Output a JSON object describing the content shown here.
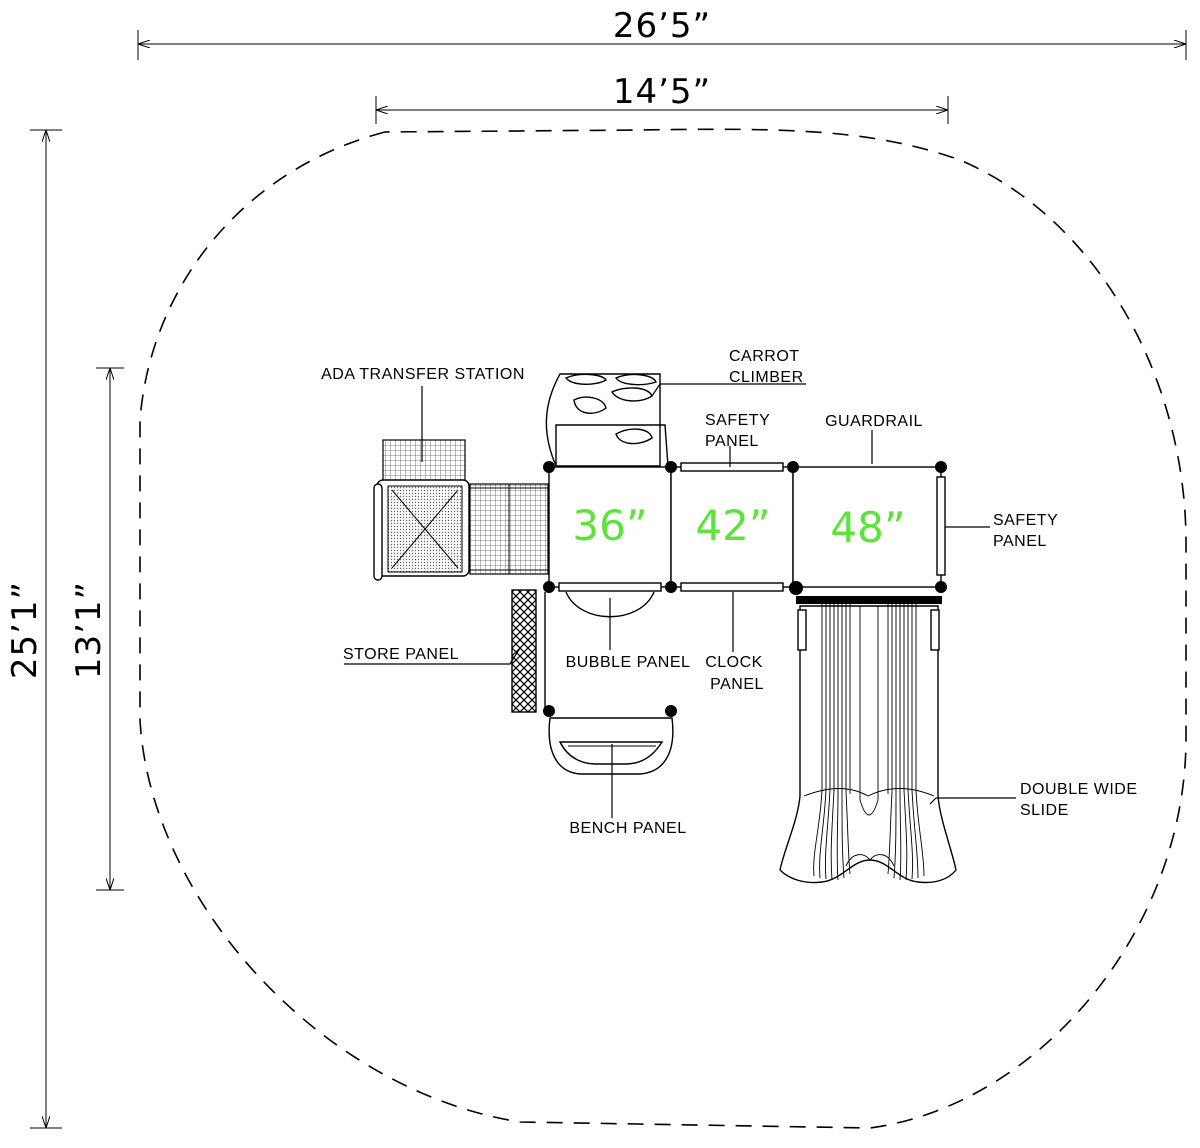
{
  "dimensions": {
    "overall_width": "26’5”",
    "structure_width": "14’5”",
    "overall_depth": "25’1”",
    "structure_depth": "13’1”"
  },
  "deck_heights": [
    "36”",
    "42”",
    "48”"
  ],
  "labels": {
    "ada_transfer_station": "ADA TRANSFER STATION",
    "carrot_climber": [
      "CARROT",
      "CLIMBER"
    ],
    "safety_panel_top": [
      "SAFETY",
      "PANEL"
    ],
    "guardrail": "GUARDRAIL",
    "safety_panel_right": [
      "SAFETY",
      "PANEL"
    ],
    "store_panel": "STORE  PANEL",
    "bubble_panel": "BUBBLE PANEL",
    "clock_panel": [
      "CLOCK",
      "PANEL"
    ],
    "double_wide_slide": [
      "DOUBLE WIDE",
      "SLIDE"
    ],
    "bench_panel": "BENCH PANEL"
  },
  "colors": {
    "line": "#000000",
    "deck_height_text": "#5ee33a"
  }
}
